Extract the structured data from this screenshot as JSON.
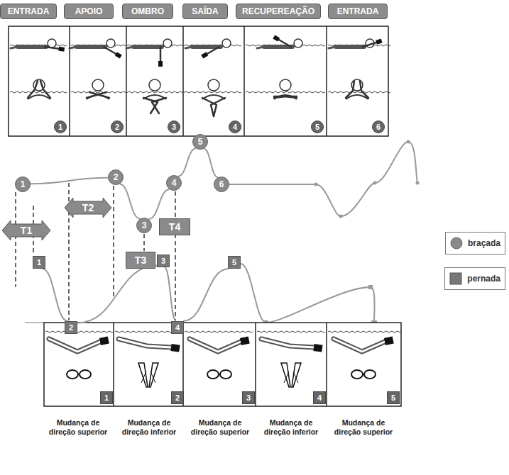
{
  "diagram": {
    "nodes": [
      {
        "text": [
          "ENTRADA"
        ]
      },
      {
        "text": [
          "APOIO"
        ]
      },
      {
        "text": [
          "OMBRO"
        ]
      },
      {
        "text": [
          "SAÍDA"
        ]
      },
      {
        "text": [
          "RECUPEREAÇÃO"
        ]
      },
      {
        "text": [
          "ENTRADA"
        ]
      },
      {
        "text": [
          "1"
        ]
      },
      {
        "text": [
          "2"
        ]
      },
      {
        "text": [
          "3"
        ]
      },
      {
        "text": [
          "4"
        ]
      },
      {
        "text": [
          "5"
        ]
      },
      {
        "text": [
          "6"
        ]
      },
      {
        "text": [
          "1"
        ]
      },
      {
        "text": [
          "2"
        ]
      },
      {
        "text": [
          "3"
        ]
      },
      {
        "text": [
          "4"
        ]
      },
      {
        "text": [
          "5"
        ]
      },
      {
        "text": [
          "6"
        ]
      },
      {
        "text": [
          "T1"
        ]
      },
      {
        "text": [
          "T2"
        ]
      },
      {
        "text": [
          "T3"
        ]
      },
      {
        "text": [
          "T4"
        ]
      },
      {
        "text": [
          "1"
        ]
      },
      {
        "text": [
          "2"
        ]
      },
      {
        "text": [
          "3"
        ]
      },
      {
        "text": [
          "4"
        ]
      },
      {
        "text": [
          "5"
        ]
      },
      {
        "text": [
          "1"
        ]
      },
      {
        "text": [
          "2"
        ]
      },
      {
        "text": [
          "3"
        ]
      },
      {
        "text": [
          "4"
        ]
      },
      {
        "text": [
          "5"
        ]
      }
    ],
    "edges": [
      {
        "from": 12,
        "to": 13,
        "arrow": "none"
      },
      {
        "from": 13,
        "to": 14,
        "arrow": "none"
      },
      {
        "from": 14,
        "to": 15,
        "arrow": "none"
      },
      {
        "from": 15,
        "to": 16,
        "arrow": "none"
      },
      {
        "from": 16,
        "to": 17,
        "arrow": "none"
      },
      {
        "from": 22,
        "to": 23,
        "arrow": "none"
      },
      {
        "from": 23,
        "to": 24,
        "arrow": "none"
      },
      {
        "from": 24,
        "to": 25,
        "arrow": "none"
      },
      {
        "from": 25,
        "to": 26,
        "arrow": "none"
      }
    ],
    "labels": [
      "Mudança de direção superior",
      "Mudança de direção inferior",
      "Mudança de direção superior",
      "Mudança de direção inferior",
      "Mudança de direção superior"
    ],
    "legend": [
      {
        "text": "braçada"
      },
      {
        "text": "pernada"
      }
    ]
  }
}
